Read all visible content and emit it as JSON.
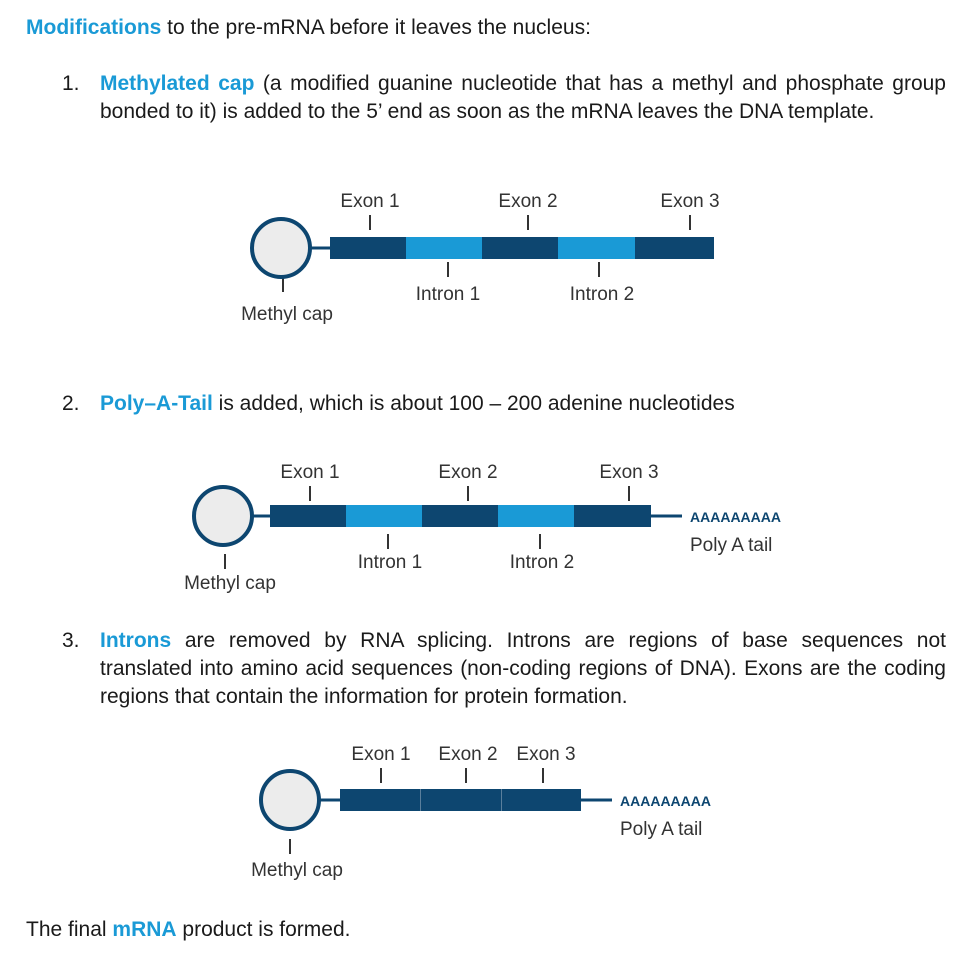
{
  "intro": {
    "highlight": "Modifications",
    "rest": " to the pre-mRNA before it leaves the nucleus:"
  },
  "steps": [
    {
      "number": "1.",
      "highlight": "Methylated cap",
      "rest": " (a modified guanine nucleotide that has a methyl and phosphate group bonded to it) is added to the 5’ end as soon as the mRNA leaves the DNA template."
    },
    {
      "number": "2.",
      "highlight": "Poly–A-Tail",
      "rest": " is added, which is about 100 – 200 adenine nucleotides"
    },
    {
      "number": "3.",
      "highlight": "Introns",
      "rest": " are removed by RNA splicing. Introns are regions of base sequences not translated into amino acid sequences (non-coding regions of DNA). Exons are the coding regions that contain the information for protein formation."
    }
  ],
  "diagram_labels": {
    "exon_1": "Exon 1",
    "exon_2": "Exon 2",
    "exon_3": "Exon 3",
    "intron_1": "Intron 1",
    "intron_2": "Intron 2",
    "cap": "Methyl cap",
    "tail_sequence": "AAAAAAAAA",
    "tail_label": "Poly A tail"
  },
  "final": {
    "before": "The final ",
    "highlight": "mRNA",
    "after": " product is formed."
  },
  "colors": {
    "accent": "#1a9ad6",
    "exon": "#0d4670",
    "intron": "#1a9ad6",
    "cap_fill": "#ececec"
  }
}
